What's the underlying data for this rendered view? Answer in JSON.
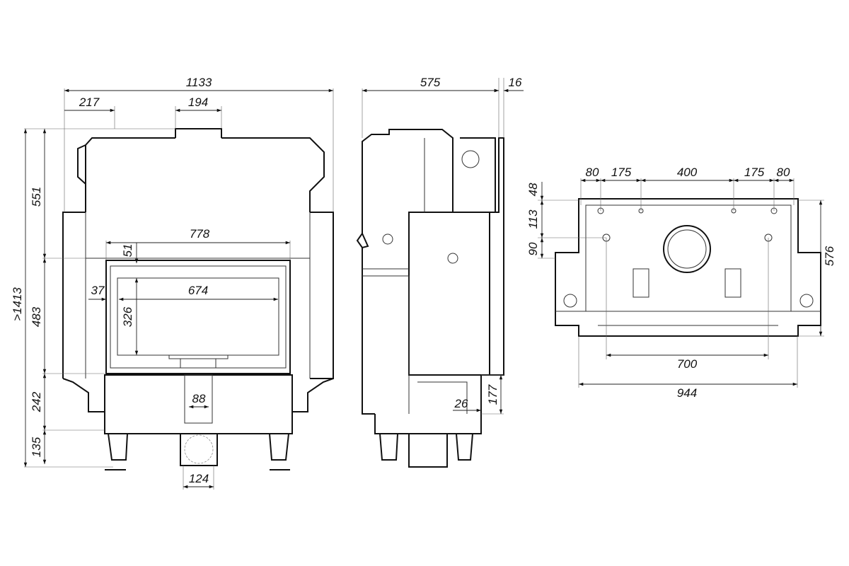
{
  "title": "Fireplace insert dimension drawing",
  "front_view": {
    "overall_width": "1133",
    "left_offset": "217",
    "flue_width": "194",
    "overall_height": ">1413",
    "upper_height": "551",
    "door_height": "483",
    "base_height": "242",
    "leg_height": "135",
    "door_frame_width": "778",
    "top_margin": "51",
    "side_margin": "37",
    "glass_width": "674",
    "glass_height": "326",
    "air_inlet_width": "88",
    "bottom_inlet_width": "124"
  },
  "side_view": {
    "depth": "575",
    "door_depth": "16",
    "inlet_offset": "26",
    "inlet_height": "177"
  },
  "top_view": {
    "top_dims": [
      "80",
      "175",
      "400",
      "175",
      "80"
    ],
    "left_dims": [
      "48",
      "113",
      "90"
    ],
    "depth": "576",
    "hole_spacing": "700",
    "overall_width": "944"
  }
}
